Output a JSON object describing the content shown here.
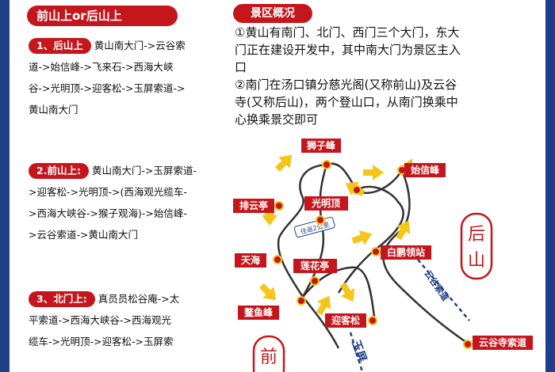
{
  "left": {
    "title": "前山上or后山上",
    "route1": {
      "tag": "1、后山上",
      "lines": [
        "黄山南大门->云谷索",
        "道->始信峰->飞来石->西海大峡",
        "谷->光明顶->迎客松->玉屏索道->",
        "黄山南大门"
      ]
    },
    "route2": {
      "tag": "2.前山上:",
      "lines": [
        "黄山南大门->玉屏索道-",
        ">迎客松->光明顶->(西海观光缆车-",
        ">西海大峡谷->猴子观海)->始信峰-",
        ">云谷索道->黄山南大门"
      ]
    },
    "route3": {
      "tag": "3、北门上:",
      "lines": [
        "真员员松谷庵->太",
        "平索道->西海大峡谷->西海观光",
        "缆车->光明顶->迎客松->玉屏索"
      ]
    }
  },
  "right": {
    "section_title": "景区概况",
    "intro_lines": [
      "①黄山有南门、北门、西门三个大门，东大",
      "门正在建设开发中，其中南大门为景区主入",
      "口",
      "②南门在汤口镇分慈光阁(又称前山)及云谷",
      "寺(又称后山)，两个登山口，从南门换乘中",
      "心换乘景交即可"
    ],
    "map": {
      "labels": {
        "shizifeng": "狮子峰",
        "shixinfeng": "始信峰",
        "paiyunting": "排云亭",
        "guangmingding": "光明顶",
        "tianhai": "天海",
        "lianhuating": "莲花亭",
        "aoyufeng": "鳌鱼峰",
        "yingkesong": "迎客松",
        "baipengling": "白鹏领站",
        "yunguside": "云谷寺索道",
        "small_note": "往返2公里",
        "rope_yungu": "云谷索道",
        "rope_yuping": "玉屏"
      },
      "houshan_chars": [
        "后",
        "山"
      ],
      "qian_char": "前",
      "colors": {
        "red": "#c4161c",
        "arrow": "#f5c518",
        "path": "#333333",
        "blue": "#1f3f86"
      }
    }
  }
}
